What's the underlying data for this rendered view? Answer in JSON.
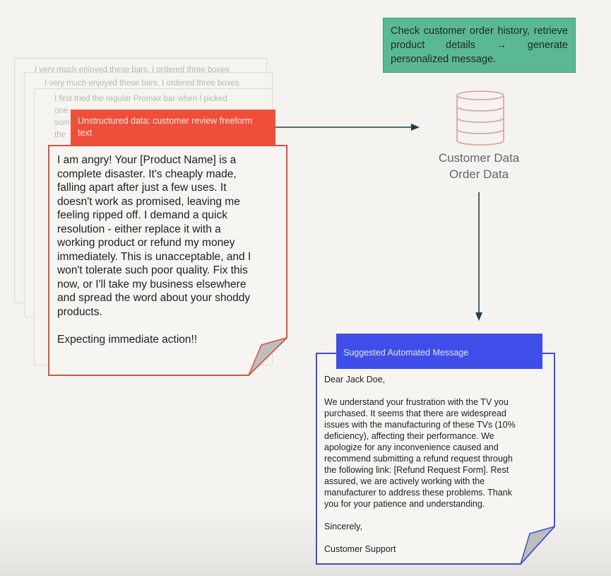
{
  "background_reviews": {
    "card1_text": "I very much enjoyed these bars. I ordered three boxes",
    "card2_text": "I very much enjoyed these bars. I ordered three boxes",
    "card3_line1": "I first tried the regular Promax bar when I picked",
    "card3_line2": "one",
    "card3_line3": "som",
    "card3_line4": "the"
  },
  "review_header": "Unstructured data: customer review freeform text",
  "review_text": "I am angry! Your [Product Name] is a\ncomplete disaster. It's cheaply made,\nfalling apart after just a few uses. It\ndoesn't work as promised, leaving me\nfeeling ripped off. I demand a quick\nresolution - either replace it with a\nworking product or refund my money\nimmediately. This is unacceptable, and I\nwon't tolerate such poor quality. Fix this\nnow, or I'll take my business elsewhere\nand spread the word about your shoddy\nproducts.\n\nExpecting immediate action!!",
  "history_box": "Check customer order history, retrieve product details → generate personalized message.",
  "database_label": "Customer Data\nOrder Data",
  "message_header": "Suggested Automated Message",
  "message_text": "Dear Jack Doe,\n\nWe understand your frustration with the TV you\npurchased. It seems that there are widespread\nissues with the manufacturing of these TVs (10%\ndeficiency), affecting their performance. We\napologize for any inconvenience caused and\nrecommend submitting a refund request through\nthe following link: [Refund Request Form]. Rest\nassured, we are actively working with the\nmanufacturer to address these problems. Thank\nyou for your patience and understanding.\n\nSincerely,\n\nCustomer Support",
  "colors": {
    "review_accent": "#ef4f3a",
    "history_box": "#5ab893",
    "message_accent": "#3f4ee8",
    "database_stroke": "#d9a9a0"
  },
  "icons": [
    "database-icon",
    "arrow-right-icon",
    "arrow-down-icon",
    "page-curl-icon"
  ]
}
